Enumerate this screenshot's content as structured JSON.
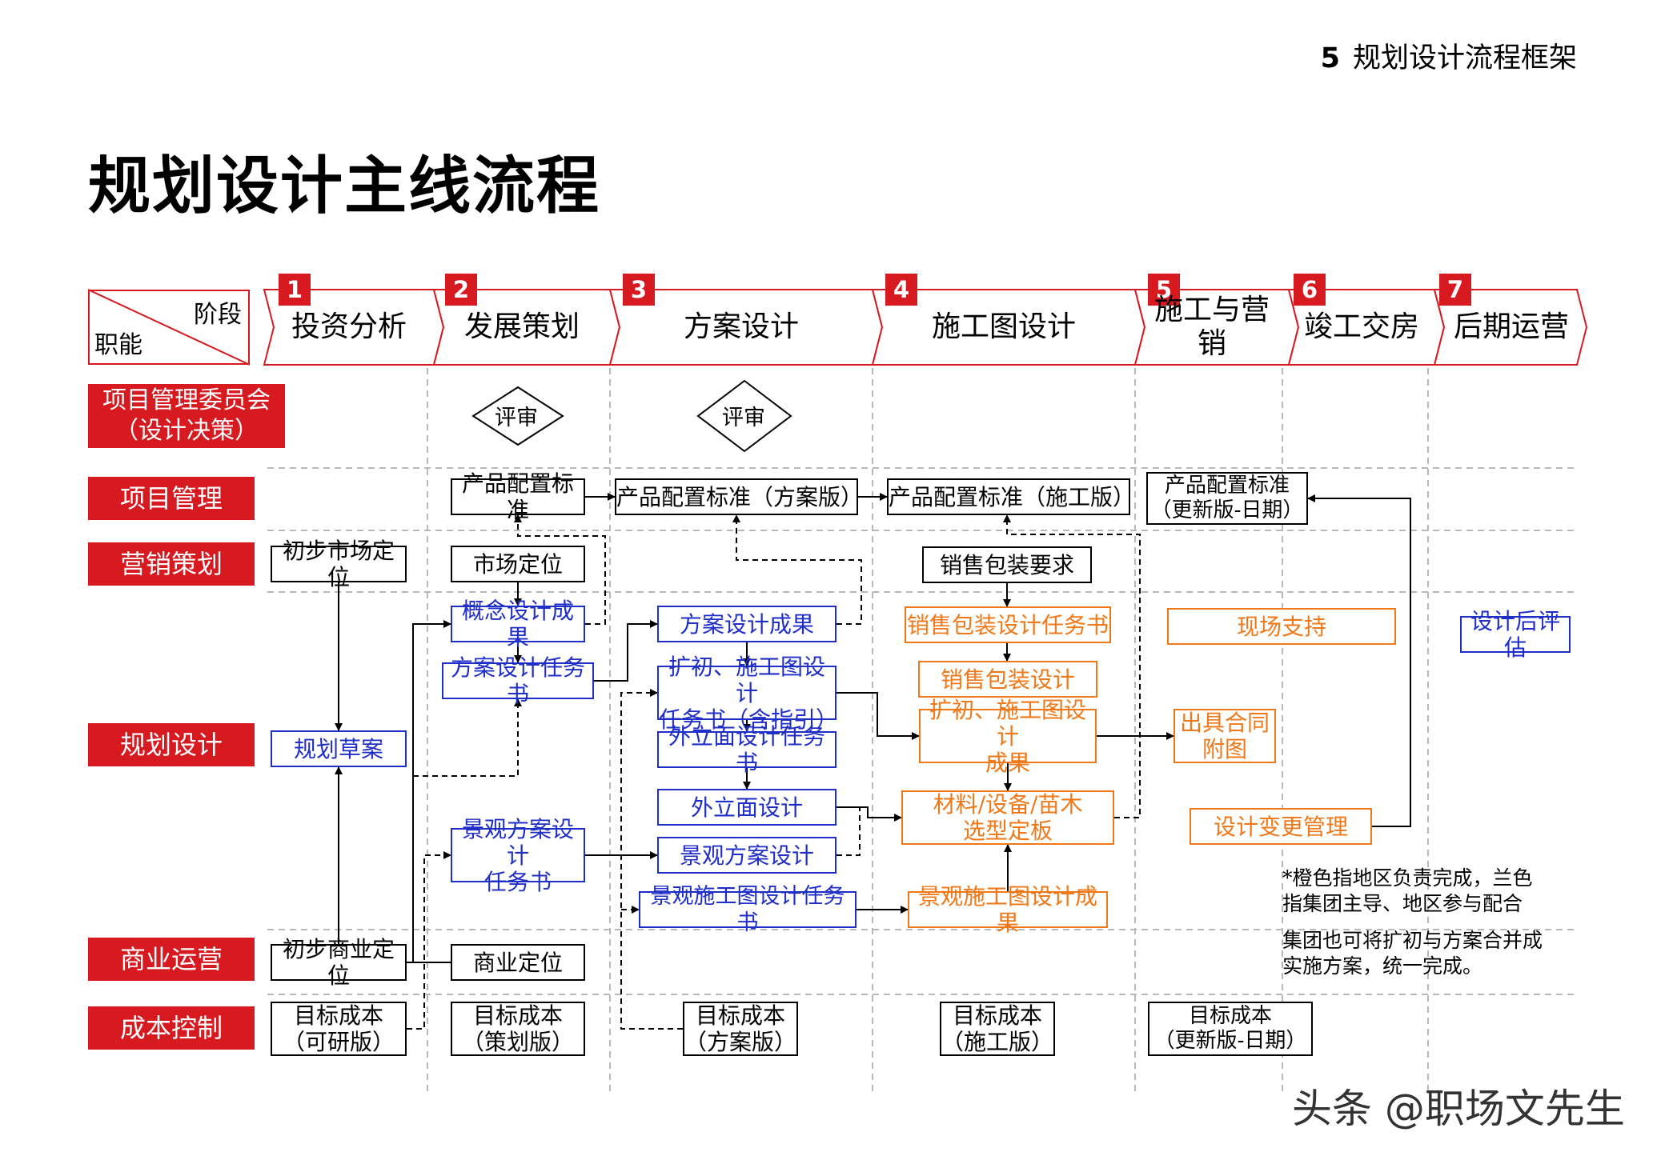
{
  "header": {
    "section_num": "5",
    "section_title": "规划设计流程框架"
  },
  "title": "规划设计主线流程",
  "corner": {
    "stage_label": "阶段",
    "function_label": "职能"
  },
  "stages": [
    {
      "num": "1",
      "label": "投资分析"
    },
    {
      "num": "2",
      "label": "发展策划"
    },
    {
      "num": "3",
      "label": "方案设计"
    },
    {
      "num": "4",
      "label": "施工图设计"
    },
    {
      "num": "5",
      "label": "施工与营\n销"
    },
    {
      "num": "6",
      "label": "竣工交房"
    },
    {
      "num": "7",
      "label": "后期运营"
    }
  ],
  "lanes": [
    {
      "key": "committee",
      "label": "项目管理委员会\n（设计决策）"
    },
    {
      "key": "pm",
      "label": "项目管理"
    },
    {
      "key": "marketing",
      "label": "营销策划"
    },
    {
      "key": "design",
      "label": "规划设计"
    },
    {
      "key": "commerce",
      "label": "商业运营"
    },
    {
      "key": "cost",
      "label": "成本控制"
    }
  ],
  "decisions": [
    {
      "label": "评审"
    },
    {
      "label": "评审"
    }
  ],
  "nodes": [
    {
      "id": "pc1",
      "text": "产品配置标准",
      "style": "black"
    },
    {
      "id": "pc2",
      "text": "产品配置标准（方案版）",
      "style": "black"
    },
    {
      "id": "pc3",
      "text": "产品配置标准（施工版）",
      "style": "black"
    },
    {
      "id": "pc4",
      "text": "产品配置标准\n（更新版-日期）",
      "style": "black"
    },
    {
      "id": "mkt1",
      "text": "初步市场定位",
      "style": "black"
    },
    {
      "id": "mkt2",
      "text": "市场定位",
      "style": "black"
    },
    {
      "id": "mkt3",
      "text": "销售包装要求",
      "style": "black"
    },
    {
      "id": "concept",
      "text": "概念设计成果",
      "style": "blue"
    },
    {
      "id": "schtask",
      "text": "方案设计任务书",
      "style": "blue"
    },
    {
      "id": "draft",
      "text": "规划草案",
      "style": "blue"
    },
    {
      "id": "landtask",
      "text": "景观方案设计\n任务书",
      "style": "blue"
    },
    {
      "id": "schres",
      "text": "方案设计成果",
      "style": "blue"
    },
    {
      "id": "cdtask",
      "text": "扩初、施工图设计\n任务书（含指引）",
      "style": "blue"
    },
    {
      "id": "factask",
      "text": "外立面设计任务书",
      "style": "blue"
    },
    {
      "id": "facade",
      "text": "外立面设计",
      "style": "blue"
    },
    {
      "id": "landsch",
      "text": "景观方案设计",
      "style": "blue"
    },
    {
      "id": "landcdtask",
      "text": "景观施工图设计任务书",
      "style": "blue"
    },
    {
      "id": "salestask",
      "text": "销售包装设计任务书",
      "style": "orange"
    },
    {
      "id": "salesdes",
      "text": "销售包装设计",
      "style": "orange"
    },
    {
      "id": "cdres",
      "text": "扩初、施工图设计\n成果",
      "style": "orange"
    },
    {
      "id": "material",
      "text": "材料/设备/苗木\n选型定板",
      "style": "orange"
    },
    {
      "id": "landcdres",
      "text": "景观施工图设计成果",
      "style": "orange"
    },
    {
      "id": "onsite",
      "text": "现场支持",
      "style": "orange"
    },
    {
      "id": "contract",
      "text": "出具合同\n附图",
      "style": "orange"
    },
    {
      "id": "change",
      "text": "设计变更管理",
      "style": "orange"
    },
    {
      "id": "posteval",
      "text": "设计后评估",
      "style": "blue"
    },
    {
      "id": "com1",
      "text": "初步商业定位",
      "style": "black"
    },
    {
      "id": "com2",
      "text": "商业定位",
      "style": "black"
    },
    {
      "id": "cost1",
      "text": "目标成本\n（可研版）",
      "style": "black"
    },
    {
      "id": "cost2",
      "text": "目标成本\n（策划版）",
      "style": "black"
    },
    {
      "id": "cost3",
      "text": "目标成本\n（方案版）",
      "style": "black"
    },
    {
      "id": "cost4",
      "text": "目标成本\n（施工版）",
      "style": "black"
    },
    {
      "id": "cost5",
      "text": "目标成本\n（更新版-日期）",
      "style": "black"
    }
  ],
  "notes": [
    "*橙色指地区负责完成，兰色\n指集团主导、地区参与配合",
    "集团也可将扩初与方案合并成\n实施方案，统一完成。"
  ],
  "watermark": "头条 @职场文先生",
  "colors": {
    "red": "#d71920",
    "blue": "#1f2ec8",
    "orange": "#f07818",
    "grid": "#b8b8b8"
  }
}
